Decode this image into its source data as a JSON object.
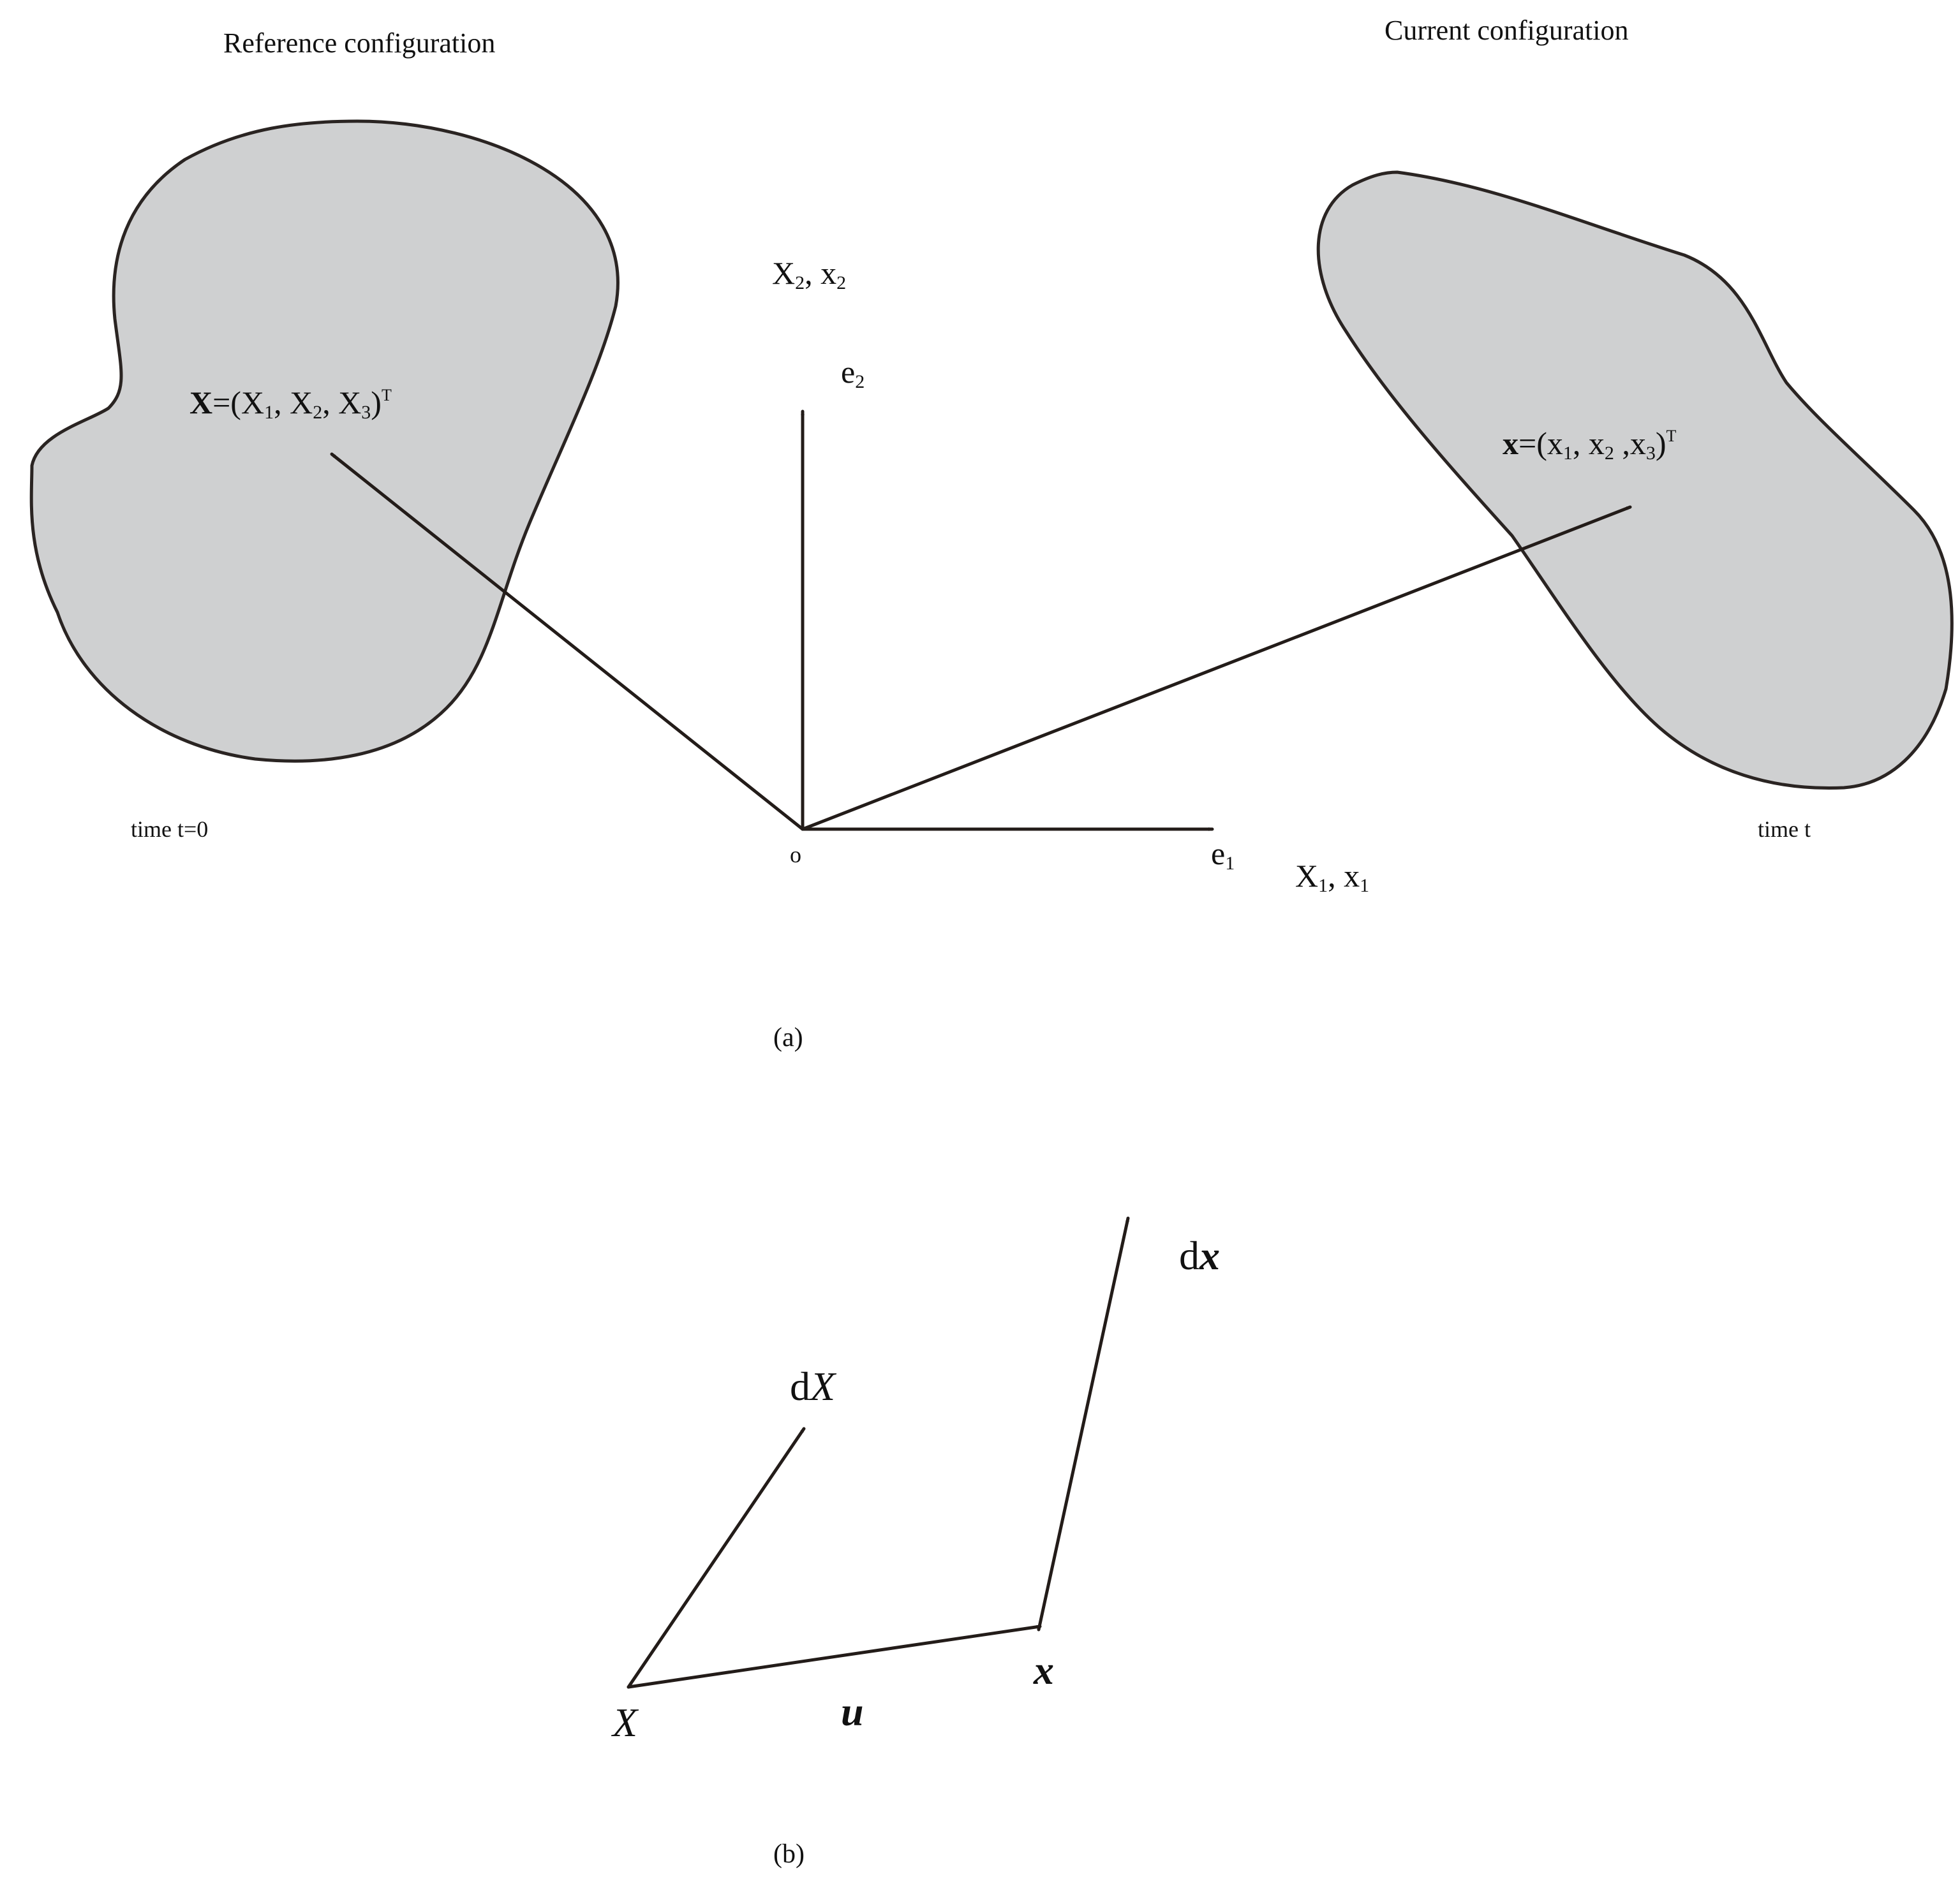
{
  "panel_a": {
    "title_reference": "Reference configuration",
    "title_current": "Current configuration",
    "time_reference": "time t=0",
    "time_current": "time t",
    "origin_label": "o",
    "basis_e1": {
      "base": "e",
      "sub": "1"
    },
    "basis_e2": {
      "base": "e",
      "sub": "2"
    },
    "axis_vertical": {
      "base1": "X",
      "sub1": "2",
      "sep": ", ",
      "base2": "x",
      "sub2": "2"
    },
    "axis_horizontal": {
      "base1": "X",
      "sub1": "1",
      "sep": ", ",
      "base2": "x",
      "sub2": "1"
    },
    "position_reference": {
      "bold": "X",
      "eq": "=(",
      "c1": "X",
      "s1": "1",
      "c2": ", X",
      "s2": "2",
      "c3": ", X",
      "s3": "3",
      "close": ")",
      "sup": "T"
    },
    "position_current": {
      "bold": "x",
      "eq": "=(",
      "c1": "x",
      "s1": "1",
      "c2": ", x",
      "s2": "2",
      "c3": " ,x",
      "s3": "3",
      "close": ")",
      "sup": "T"
    },
    "caption": "(a)"
  },
  "panel_b": {
    "label_X": "X",
    "label_dX_d": "d",
    "label_dX_v": "X",
    "label_u": "u",
    "label_x": "x",
    "label_dx_d": "d",
    "label_dx_v": "x",
    "caption": "(b)"
  },
  "colors": {
    "body_fill": "#cfd0d1",
    "outline": "#2a2422",
    "arrow": "#231c19",
    "text": "#111111",
    "background": "#ffffff"
  }
}
